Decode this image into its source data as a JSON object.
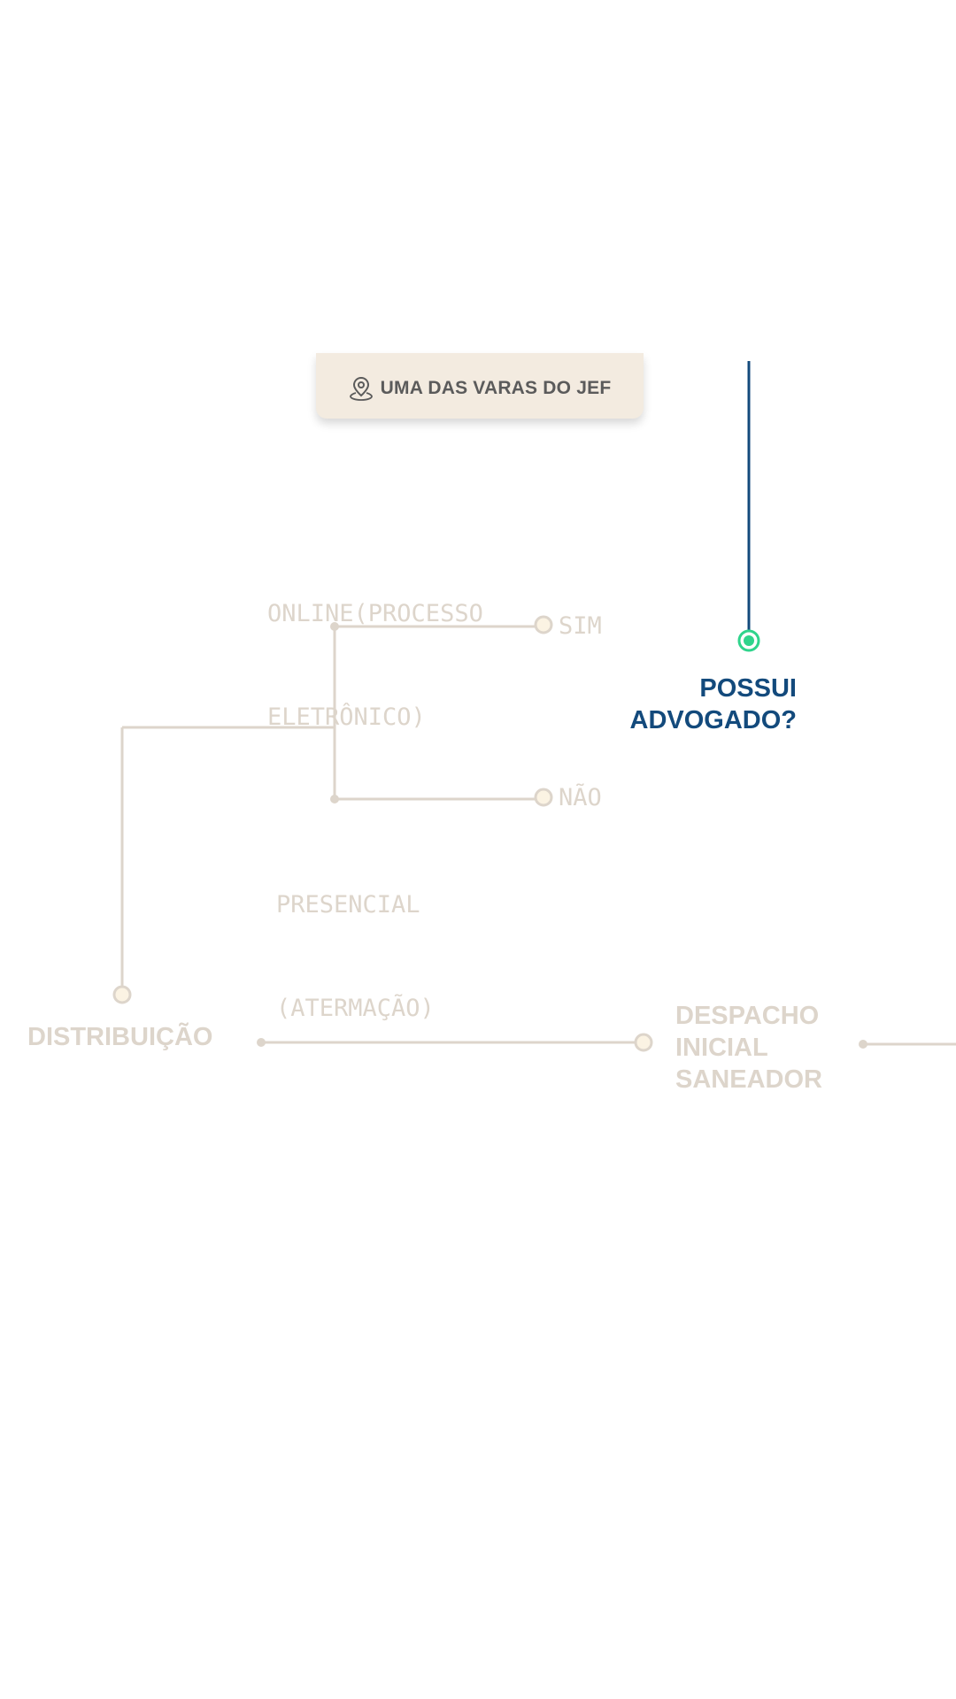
{
  "location": {
    "label": "UMA DAS VARAS DO JEF",
    "icon": "map-pin-icon"
  },
  "flow": {
    "online_label_line1": "ONLINE(PROCESSO",
    "online_label_line2": "ELETRÔNICO)",
    "sim_label": "SIM",
    "nao_label": "NÃO",
    "presencial_line1": "PRESENCIAL",
    "presencial_line2": "(ATERMAÇÃO)",
    "distribuicao_label": "DISTRIBUIÇÃO",
    "despacho_line1": "DESPACHO",
    "despacho_line2": "INICIAL",
    "despacho_line3": "SANEADOR"
  },
  "active_step": {
    "question_line1": "POSSUI",
    "question_line2": "ADVOGADO?"
  },
  "colors": {
    "inactive": "#ddd5cb",
    "node_fill": "#fbf3e3",
    "active_line": "#134a7c",
    "active_node": "#2fd48c",
    "badge_bg": "#f3ebe0"
  }
}
